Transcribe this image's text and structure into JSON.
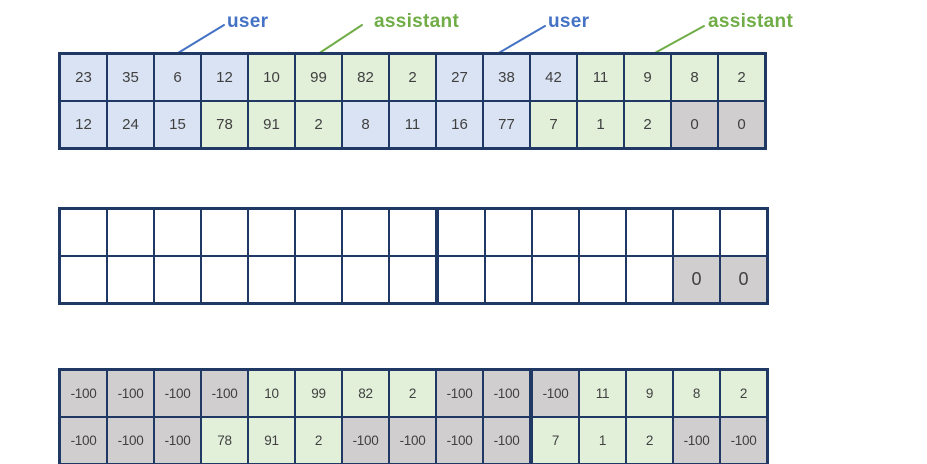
{
  "colors": {
    "user_accent": "#4472c4",
    "assistant_accent": "#70ad47",
    "user_fill": "#dae3f3",
    "assistant_fill": "#e2efd9",
    "pad_fill": "#d0cece",
    "border": "#1f3864",
    "cell_text": "#404040"
  },
  "annotations": [
    {
      "label": "user"
    },
    {
      "label": "assistant"
    },
    {
      "label": "user"
    },
    {
      "label": "assistant"
    }
  ],
  "tables": {
    "input_ids": {
      "rows": [
        [
          {
            "v": "23",
            "k": "user"
          },
          {
            "v": "35",
            "k": "user"
          },
          {
            "v": "6",
            "k": "user"
          },
          {
            "v": "12",
            "k": "user"
          },
          {
            "v": "10",
            "k": "assistant"
          },
          {
            "v": "99",
            "k": "assistant"
          },
          {
            "v": "82",
            "k": "assistant"
          },
          {
            "v": "2",
            "k": "assistant"
          },
          {
            "v": "27",
            "k": "user"
          },
          {
            "v": "38",
            "k": "user"
          },
          {
            "v": "42",
            "k": "user"
          },
          {
            "v": "11",
            "k": "assistant"
          },
          {
            "v": "9",
            "k": "assistant"
          },
          {
            "v": "8",
            "k": "assistant"
          },
          {
            "v": "2",
            "k": "assistant"
          }
        ],
        [
          {
            "v": "12",
            "k": "user"
          },
          {
            "v": "24",
            "k": "user"
          },
          {
            "v": "15",
            "k": "user"
          },
          {
            "v": "78",
            "k": "assistant"
          },
          {
            "v": "91",
            "k": "assistant"
          },
          {
            "v": "2",
            "k": "assistant"
          },
          {
            "v": "8",
            "k": "user"
          },
          {
            "v": "11",
            "k": "user"
          },
          {
            "v": "16",
            "k": "user"
          },
          {
            "v": "77",
            "k": "user"
          },
          {
            "v": "7",
            "k": "assistant"
          },
          {
            "v": "1",
            "k": "assistant"
          },
          {
            "v": "2",
            "k": "assistant"
          },
          {
            "v": "0",
            "k": "pad"
          },
          {
            "v": "0",
            "k": "pad"
          }
        ]
      ]
    },
    "attention_mask": {
      "rows": [
        [
          {
            "v": "",
            "k": "empty"
          },
          {
            "v": "",
            "k": "empty"
          },
          {
            "v": "",
            "k": "empty"
          },
          {
            "v": "",
            "k": "empty"
          },
          {
            "v": "",
            "k": "empty"
          },
          {
            "v": "",
            "k": "empty"
          },
          {
            "v": "",
            "k": "empty"
          },
          {
            "v": "",
            "k": "empty"
          },
          {
            "v": "",
            "k": "empty"
          },
          {
            "v": "",
            "k": "empty"
          },
          {
            "v": "",
            "k": "empty"
          },
          {
            "v": "",
            "k": "empty"
          },
          {
            "v": "",
            "k": "empty"
          },
          {
            "v": "",
            "k": "empty"
          },
          {
            "v": "",
            "k": "empty"
          }
        ],
        [
          {
            "v": "",
            "k": "empty"
          },
          {
            "v": "",
            "k": "empty"
          },
          {
            "v": "",
            "k": "empty"
          },
          {
            "v": "",
            "k": "empty"
          },
          {
            "v": "",
            "k": "empty"
          },
          {
            "v": "",
            "k": "empty"
          },
          {
            "v": "",
            "k": "empty"
          },
          {
            "v": "",
            "k": "empty"
          },
          {
            "v": "",
            "k": "empty"
          },
          {
            "v": "",
            "k": "empty"
          },
          {
            "v": "",
            "k": "empty"
          },
          {
            "v": "",
            "k": "empty"
          },
          {
            "v": "",
            "k": "empty"
          },
          {
            "v": "0",
            "k": "pad"
          },
          {
            "v": "0",
            "k": "pad"
          }
        ]
      ]
    },
    "labels": {
      "rows": [
        [
          {
            "v": "-100",
            "k": "pad"
          },
          {
            "v": "-100",
            "k": "pad"
          },
          {
            "v": "-100",
            "k": "pad"
          },
          {
            "v": "-100",
            "k": "pad"
          },
          {
            "v": "10",
            "k": "assistant"
          },
          {
            "v": "99",
            "k": "assistant"
          },
          {
            "v": "82",
            "k": "assistant"
          },
          {
            "v": "2",
            "k": "assistant"
          },
          {
            "v": "-100",
            "k": "pad"
          },
          {
            "v": "-100",
            "k": "pad"
          },
          {
            "v": "-100",
            "k": "pad"
          },
          {
            "v": "11",
            "k": "assistant"
          },
          {
            "v": "9",
            "k": "assistant"
          },
          {
            "v": "8",
            "k": "assistant"
          },
          {
            "v": "2",
            "k": "assistant"
          }
        ],
        [
          {
            "v": "-100",
            "k": "pad"
          },
          {
            "v": "-100",
            "k": "pad"
          },
          {
            "v": "-100",
            "k": "pad"
          },
          {
            "v": "78",
            "k": "assistant"
          },
          {
            "v": "91",
            "k": "assistant"
          },
          {
            "v": "2",
            "k": "assistant"
          },
          {
            "v": "-100",
            "k": "pad"
          },
          {
            "v": "-100",
            "k": "pad"
          },
          {
            "v": "-100",
            "k": "pad"
          },
          {
            "v": "-100",
            "k": "pad"
          },
          {
            "v": "7",
            "k": "assistant"
          },
          {
            "v": "1",
            "k": "assistant"
          },
          {
            "v": "2",
            "k": "assistant"
          },
          {
            "v": "-100",
            "k": "pad"
          },
          {
            "v": "-100",
            "k": "pad"
          }
        ]
      ]
    }
  }
}
